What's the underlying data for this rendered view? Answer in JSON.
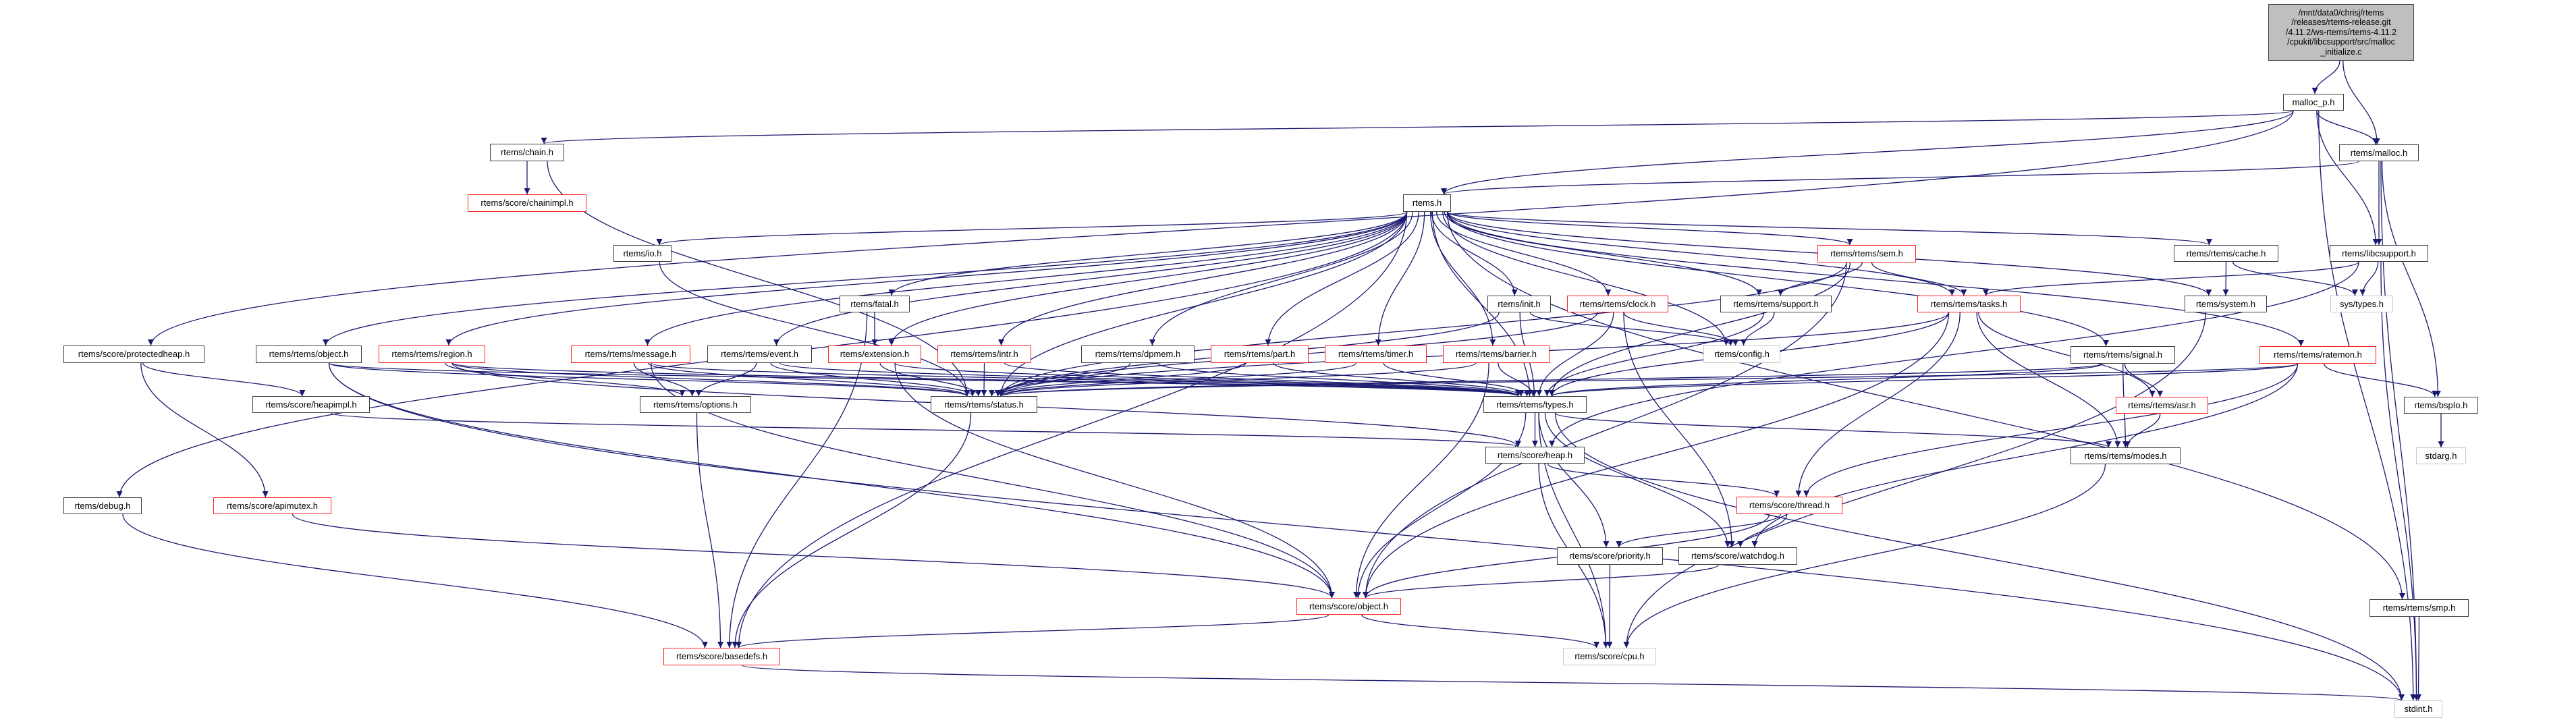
{
  "colors": {
    "edge": "#191970",
    "normal_border": "#404040",
    "truncated_border": "#ff2020",
    "external_border": "#c8c8c8",
    "root_fill": "#bfbfbf"
  },
  "nodes": [
    {
      "id": "main",
      "label": "/mnt/data0/chrisj/rtems\n/releases/rtems-release.git\n/4.11.2/ws-rtems/rtems-4.11.2\n/cpukit/libcsupport/src/malloc\n_initialize.c",
      "kind": "main"
    },
    {
      "id": "malloc_p",
      "label": "malloc_p.h",
      "kind": "normal"
    },
    {
      "id": "malloc",
      "label": "rtems/malloc.h",
      "kind": "normal"
    },
    {
      "id": "chain",
      "label": "rtems/chain.h",
      "kind": "normal"
    },
    {
      "id": "chainimpl",
      "label": "rtems/score/chainimpl.h",
      "kind": "red"
    },
    {
      "id": "rtemsh",
      "label": "rtems.h",
      "kind": "normal"
    },
    {
      "id": "io",
      "label": "rtems/io.h",
      "kind": "normal"
    },
    {
      "id": "sem",
      "label": "rtems/rtems/sem.h",
      "kind": "red"
    },
    {
      "id": "cache",
      "label": "rtems/rtems/cache.h",
      "kind": "normal"
    },
    {
      "id": "libcsupport",
      "label": "rtems/libcsupport.h",
      "kind": "normal"
    },
    {
      "id": "fatal",
      "label": "rtems/fatal.h",
      "kind": "normal"
    },
    {
      "id": "init",
      "label": "rtems/init.h",
      "kind": "normal"
    },
    {
      "id": "clock",
      "label": "rtems/rtems/clock.h",
      "kind": "red"
    },
    {
      "id": "support",
      "label": "rtems/rtems/support.h",
      "kind": "normal"
    },
    {
      "id": "tasks",
      "label": "rtems/rtems/tasks.h",
      "kind": "red"
    },
    {
      "id": "system",
      "label": "rtems/system.h",
      "kind": "normal"
    },
    {
      "id": "systypes",
      "label": "sys/types.h",
      "kind": "gray"
    },
    {
      "id": "protectedheap",
      "label": "rtems/score/protectedheap.h",
      "kind": "normal"
    },
    {
      "id": "object",
      "label": "rtems/rtems/object.h",
      "kind": "normal"
    },
    {
      "id": "region",
      "label": "rtems/rtems/region.h",
      "kind": "red"
    },
    {
      "id": "message",
      "label": "rtems/rtems/message.h",
      "kind": "red"
    },
    {
      "id": "event",
      "label": "rtems/rtems/event.h",
      "kind": "normal"
    },
    {
      "id": "extension",
      "label": "rtems/extension.h",
      "kind": "red"
    },
    {
      "id": "intr",
      "label": "rtems/rtems/intr.h",
      "kind": "red"
    },
    {
      "id": "dpmem",
      "label": "rtems/rtems/dpmem.h",
      "kind": "normal"
    },
    {
      "id": "part",
      "label": "rtems/rtems/part.h",
      "kind": "red"
    },
    {
      "id": "timer",
      "label": "rtems/rtems/timer.h",
      "kind": "red"
    },
    {
      "id": "barrier",
      "label": "rtems/rtems/barrier.h",
      "kind": "red"
    },
    {
      "id": "config",
      "label": "rtems/config.h",
      "kind": "gray"
    },
    {
      "id": "signal",
      "label": "rtems/rtems/signal.h",
      "kind": "normal"
    },
    {
      "id": "ratemon",
      "label": "rtems/rtems/ratemon.h",
      "kind": "red"
    },
    {
      "id": "heapimpl",
      "label": "rtems/score/heapimpl.h",
      "kind": "normal"
    },
    {
      "id": "options",
      "label": "rtems/rtems/options.h",
      "kind": "normal"
    },
    {
      "id": "status",
      "label": "rtems/rtems/status.h",
      "kind": "normal"
    },
    {
      "id": "types",
      "label": "rtems/rtems/types.h",
      "kind": "normal"
    },
    {
      "id": "asr",
      "label": "rtems/rtems/asr.h",
      "kind": "red"
    },
    {
      "id": "bspio",
      "label": "rtems/bspIo.h",
      "kind": "normal"
    },
    {
      "id": "heap",
      "label": "rtems/score/heap.h",
      "kind": "normal"
    },
    {
      "id": "modes",
      "label": "rtems/rtems/modes.h",
      "kind": "normal"
    },
    {
      "id": "stdarg",
      "label": "stdarg.h",
      "kind": "gray"
    },
    {
      "id": "debug",
      "label": "rtems/debug.h",
      "kind": "normal"
    },
    {
      "id": "apimutex",
      "label": "rtems/score/apimutex.h",
      "kind": "red"
    },
    {
      "id": "thread",
      "label": "rtems/score/thread.h",
      "kind": "red"
    },
    {
      "id": "priority",
      "label": "rtems/score/priority.h",
      "kind": "normal"
    },
    {
      "id": "watchdog",
      "label": "rtems/score/watchdog.h",
      "kind": "normal"
    },
    {
      "id": "sobject",
      "label": "rtems/score/object.h",
      "kind": "red"
    },
    {
      "id": "smp",
      "label": "rtems/rtems/smp.h",
      "kind": "normal"
    },
    {
      "id": "cpu",
      "label": "rtems/score/cpu.h",
      "kind": "gray"
    },
    {
      "id": "basedefs",
      "label": "rtems/score/basedefs.h",
      "kind": "red"
    },
    {
      "id": "stdint",
      "label": "stdint.h",
      "kind": "gray"
    }
  ],
  "edges": [
    [
      "main",
      "malloc_p"
    ],
    [
      "main",
      "malloc"
    ],
    [
      "malloc_p",
      "chain"
    ],
    [
      "malloc_p",
      "rtemsh"
    ],
    [
      "malloc_p",
      "protectedheap"
    ],
    [
      "malloc_p",
      "malloc"
    ],
    [
      "malloc_p",
      "libcsupport"
    ],
    [
      "malloc_p",
      "stdint"
    ],
    [
      "malloc",
      "rtemsh"
    ],
    [
      "malloc",
      "libcsupport"
    ],
    [
      "malloc",
      "bspio"
    ],
    [
      "malloc",
      "stdint"
    ],
    [
      "chain",
      "chainimpl"
    ],
    [
      "chain",
      "status"
    ],
    [
      "rtemsh",
      "io"
    ],
    [
      "rtemsh",
      "fatal"
    ],
    [
      "rtemsh",
      "init"
    ],
    [
      "rtemsh",
      "clock"
    ],
    [
      "rtemsh",
      "sem"
    ],
    [
      "rtemsh",
      "support"
    ],
    [
      "rtemsh",
      "tasks"
    ],
    [
      "rtemsh",
      "cache"
    ],
    [
      "rtemsh",
      "config"
    ],
    [
      "rtemsh",
      "object"
    ],
    [
      "rtemsh",
      "region"
    ],
    [
      "rtemsh",
      "message"
    ],
    [
      "rtemsh",
      "event"
    ],
    [
      "rtemsh",
      "extension"
    ],
    [
      "rtemsh",
      "intr"
    ],
    [
      "rtemsh",
      "dpmem"
    ],
    [
      "rtemsh",
      "part"
    ],
    [
      "rtemsh",
      "timer"
    ],
    [
      "rtemsh",
      "barrier"
    ],
    [
      "rtemsh",
      "signal"
    ],
    [
      "rtemsh",
      "ratemon"
    ],
    [
      "rtemsh",
      "types"
    ],
    [
      "rtemsh",
      "status"
    ],
    [
      "rtemsh",
      "debug"
    ],
    [
      "rtemsh",
      "smp"
    ],
    [
      "rtemsh",
      "system"
    ],
    [
      "rtemsh",
      "basedefs"
    ],
    [
      "libcsupport",
      "tasks"
    ],
    [
      "libcsupport",
      "systypes"
    ],
    [
      "libcsupport",
      "heap"
    ],
    [
      "libcsupport",
      "stdint"
    ],
    [
      "cache",
      "system"
    ],
    [
      "cache",
      "systypes"
    ],
    [
      "system",
      "cpu"
    ],
    [
      "sem",
      "support"
    ],
    [
      "sem",
      "types"
    ],
    [
      "sem",
      "tasks"
    ],
    [
      "sem",
      "status"
    ],
    [
      "sem",
      "sobject"
    ],
    [
      "tasks",
      "types"
    ],
    [
      "tasks",
      "status"
    ],
    [
      "tasks",
      "asr"
    ],
    [
      "tasks",
      "modes"
    ],
    [
      "tasks",
      "thread"
    ],
    [
      "tasks",
      "sobject"
    ],
    [
      "fatal",
      "extension"
    ],
    [
      "fatal",
      "basedefs"
    ],
    [
      "init",
      "config"
    ],
    [
      "init",
      "types"
    ],
    [
      "init",
      "status"
    ],
    [
      "clock",
      "config"
    ],
    [
      "clock",
      "types"
    ],
    [
      "clock",
      "watchdog"
    ],
    [
      "clock",
      "status"
    ],
    [
      "support",
      "config"
    ],
    [
      "support",
      "types"
    ],
    [
      "object",
      "types"
    ],
    [
      "object",
      "status"
    ],
    [
      "object",
      "sobject"
    ],
    [
      "object",
      "stdint"
    ],
    [
      "region",
      "types"
    ],
    [
      "region",
      "status"
    ],
    [
      "region",
      "options"
    ],
    [
      "region",
      "heap"
    ],
    [
      "message",
      "types"
    ],
    [
      "message",
      "status"
    ],
    [
      "message",
      "options"
    ],
    [
      "message",
      "sobject"
    ],
    [
      "event",
      "types"
    ],
    [
      "event",
      "status"
    ],
    [
      "event",
      "options"
    ],
    [
      "extension",
      "types"
    ],
    [
      "extension",
      "status"
    ],
    [
      "extension",
      "sobject"
    ],
    [
      "intr",
      "status"
    ],
    [
      "intr",
      "types"
    ],
    [
      "dpmem",
      "types"
    ],
    [
      "dpmem",
      "status"
    ],
    [
      "part",
      "types"
    ],
    [
      "part",
      "status"
    ],
    [
      "timer",
      "types"
    ],
    [
      "timer",
      "status"
    ],
    [
      "barrier",
      "types"
    ],
    [
      "barrier",
      "status"
    ],
    [
      "barrier",
      "sobject"
    ],
    [
      "signal",
      "types"
    ],
    [
      "signal",
      "status"
    ],
    [
      "signal",
      "asr"
    ],
    [
      "signal",
      "modes"
    ],
    [
      "ratemon",
      "types"
    ],
    [
      "ratemon",
      "status"
    ],
    [
      "ratemon",
      "bspio"
    ],
    [
      "ratemon",
      "thread"
    ],
    [
      "ratemon",
      "watchdog"
    ],
    [
      "protectedheap",
      "heapimpl"
    ],
    [
      "protectedheap",
      "apimutex"
    ],
    [
      "heapimpl",
      "heap"
    ],
    [
      "io",
      "status"
    ],
    [
      "options",
      "basedefs"
    ],
    [
      "status",
      "basedefs"
    ],
    [
      "types",
      "heap"
    ],
    [
      "types",
      "priority"
    ],
    [
      "types",
      "watchdog"
    ],
    [
      "types",
      "sobject"
    ],
    [
      "types",
      "cpu"
    ],
    [
      "types",
      "modes"
    ],
    [
      "types",
      "stdint"
    ],
    [
      "asr",
      "modes"
    ],
    [
      "modes",
      "cpu"
    ],
    [
      "bspio",
      "stdarg"
    ],
    [
      "heap",
      "thread"
    ],
    [
      "heap",
      "cpu"
    ],
    [
      "debug",
      "basedefs"
    ],
    [
      "apimutex",
      "sobject"
    ],
    [
      "thread",
      "priority"
    ],
    [
      "thread",
      "watchdog"
    ],
    [
      "thread",
      "sobject"
    ],
    [
      "priority",
      "cpu"
    ],
    [
      "watchdog",
      "sobject"
    ],
    [
      "sobject",
      "basedefs"
    ],
    [
      "sobject",
      "cpu"
    ],
    [
      "smp",
      "stdint"
    ],
    [
      "basedefs",
      "stdint"
    ]
  ]
}
